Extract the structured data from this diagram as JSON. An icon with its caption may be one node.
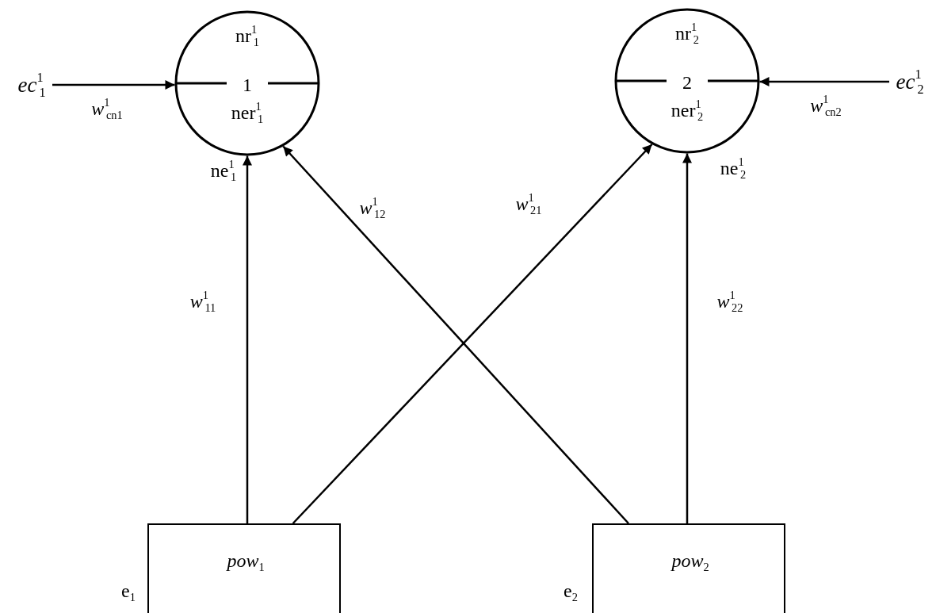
{
  "diagram": {
    "nodes": [
      {
        "text": [
          "nr$^{1}$$_{1}$",
          "1",
          "ner$^{1}$$_{1}$"
        ],
        "beside": [
          "ne$^{1}$$_{1}$"
        ]
      },
      {
        "text": [
          "nr$^{1}$$_{2}$",
          "2",
          "ner$^{1}$$_{2}$"
        ],
        "beside": [
          "ne$^{1}$$_{2}$"
        ]
      },
      {
        "text": [
          "*pow*$_{1}$"
        ],
        "beside": [
          "e$_{1}$"
        ]
      },
      {
        "text": [
          "*pow*$_{2}$"
        ],
        "beside": [
          "e$_{2}$"
        ]
      },
      {
        "text": [
          "*ec*$^{1}$$_{1}$"
        ]
      },
      {
        "text": [
          "*ec*$^{1}$$_{2}$"
        ]
      }
    ],
    "edges": [
      {
        "from": 4,
        "to": 0,
        "arrow": "to",
        "label": "*w*$^{1}$$_{cn1}$"
      },
      {
        "from": 5,
        "to": 1,
        "arrow": "to",
        "label": "*w*$^{1}$$_{cn2}$"
      },
      {
        "from": 2,
        "to": 0,
        "arrow": "to",
        "label": "*w*$^{1}$$_{11}$"
      },
      {
        "from": 3,
        "to": 0,
        "arrow": "to",
        "label": "*w*$^{1}$$_{12}$"
      },
      {
        "from": 2,
        "to": 1,
        "arrow": "to",
        "label": "*w*$^{1}$$_{21}$"
      },
      {
        "from": 3,
        "to": 1,
        "arrow": "to",
        "label": "*w*$^{1}$$_{22}$"
      }
    ]
  }
}
